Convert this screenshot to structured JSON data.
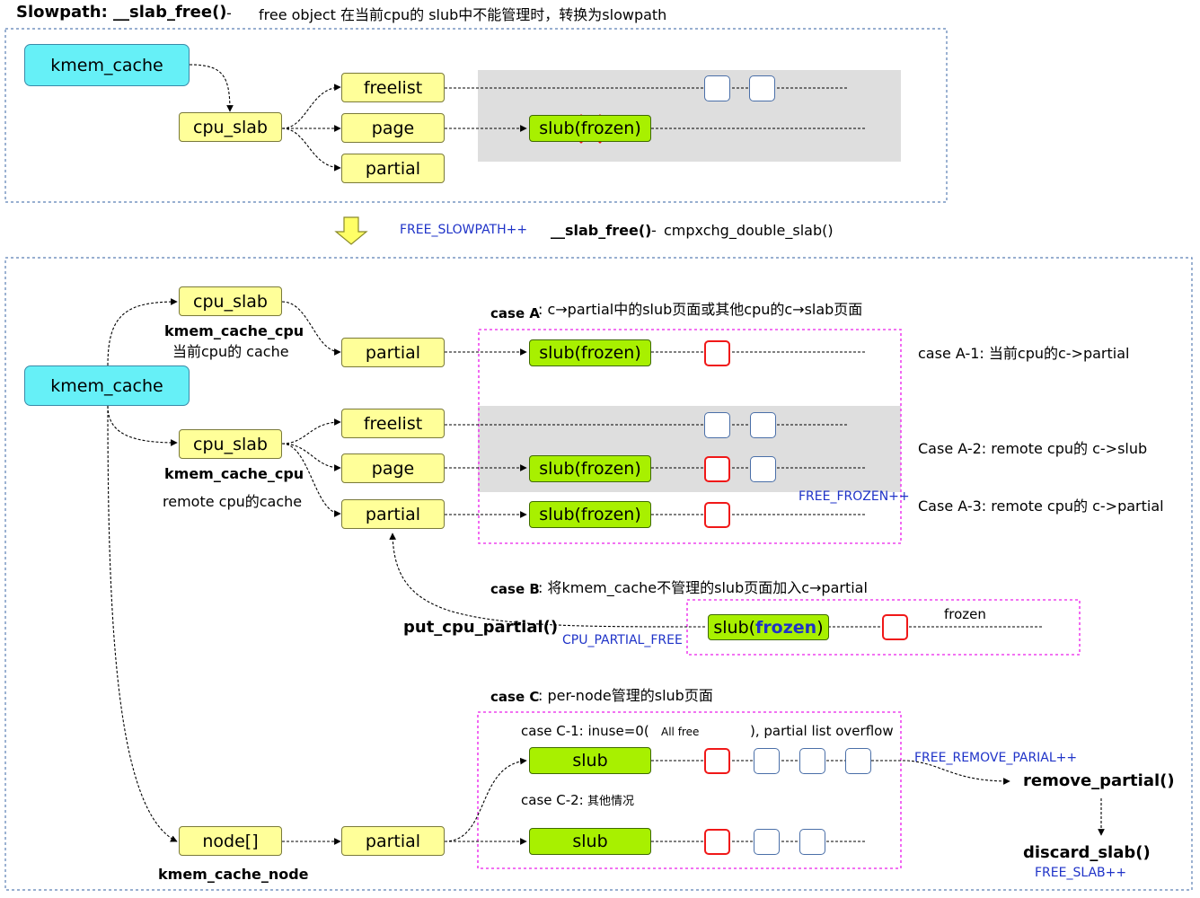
{
  "header": {
    "title": "Slowpath: __slab_free()",
    "dash": "-",
    "desc": "free object 在当前cpu的 slub中不能管理时，转换为slowpath"
  },
  "transition": {
    "stat": "FREE_SLOWPATH++",
    "func": "__slab_free()",
    "dash": "-",
    "call": "cmpxchg_double_slab()"
  },
  "top": {
    "kmem_cache": "kmem_cache",
    "cpu_slab": "cpu_slab",
    "freelist": "freelist",
    "page": "page",
    "partial": "partial",
    "slub_frozen": "slub(frozen)"
  },
  "main": {
    "kmem_cache": "kmem_cache",
    "cpu_slab_1": "cpu_slab",
    "cpu_caption_1": "kmem_cache_cpu",
    "cpu_sub_1": "当前cpu的 cache",
    "partial_1": "partial",
    "cpu_slab_2": "cpu_slab",
    "cpu_caption_2": "kmem_cache_cpu",
    "cpu_sub_2": "remote cpu的cache",
    "freelist_2": "freelist",
    "page_2": "page",
    "partial_2": "partial",
    "node": "node[]",
    "node_caption": "kmem_cache_node",
    "partial_3": "partial"
  },
  "caseA": {
    "label": "case A",
    "desc": ": c→partial中的slub页面或其他cpu的c→slab页面",
    "slub1": "slub(frozen)",
    "slub2": "slub(frozen)",
    "slub3": "slub(frozen)",
    "stat": "FREE_FROZEN++",
    "a1": "case A-1:  当前cpu的c->partial",
    "a2": "Case A-2:  remote cpu的 c->slub",
    "a3": "Case A-3:  remote cpu的 c->partial"
  },
  "caseB": {
    "label": "case B",
    "desc": ": 将kmem_cache不管理的slub页面加入c→partial",
    "func": "put_cpu_partial()",
    "stat": "CPU_PARTIAL_FREE",
    "slub_prefix": "slub(",
    "slub_frozen": "frozen",
    "slub_suffix": ")",
    "frozen_label": "frozen"
  },
  "caseC": {
    "label": "case C",
    "desc": ":  per-node管理的slub页面",
    "c1_prefix": "case C-1: inuse=0(",
    "c1_mid": "All free",
    "c1_suffix": "), partial list overflow",
    "c2_prefix": "case C-2:",
    "c2_rest": "其他情况",
    "slub1": "slub",
    "slub2": "slub",
    "stat_remove": "FREE_REMOVE_PARIAL++",
    "remove": "remove_partial()",
    "discard": "discard_slab()",
    "stat_discard": "FREE_SLAB++"
  }
}
